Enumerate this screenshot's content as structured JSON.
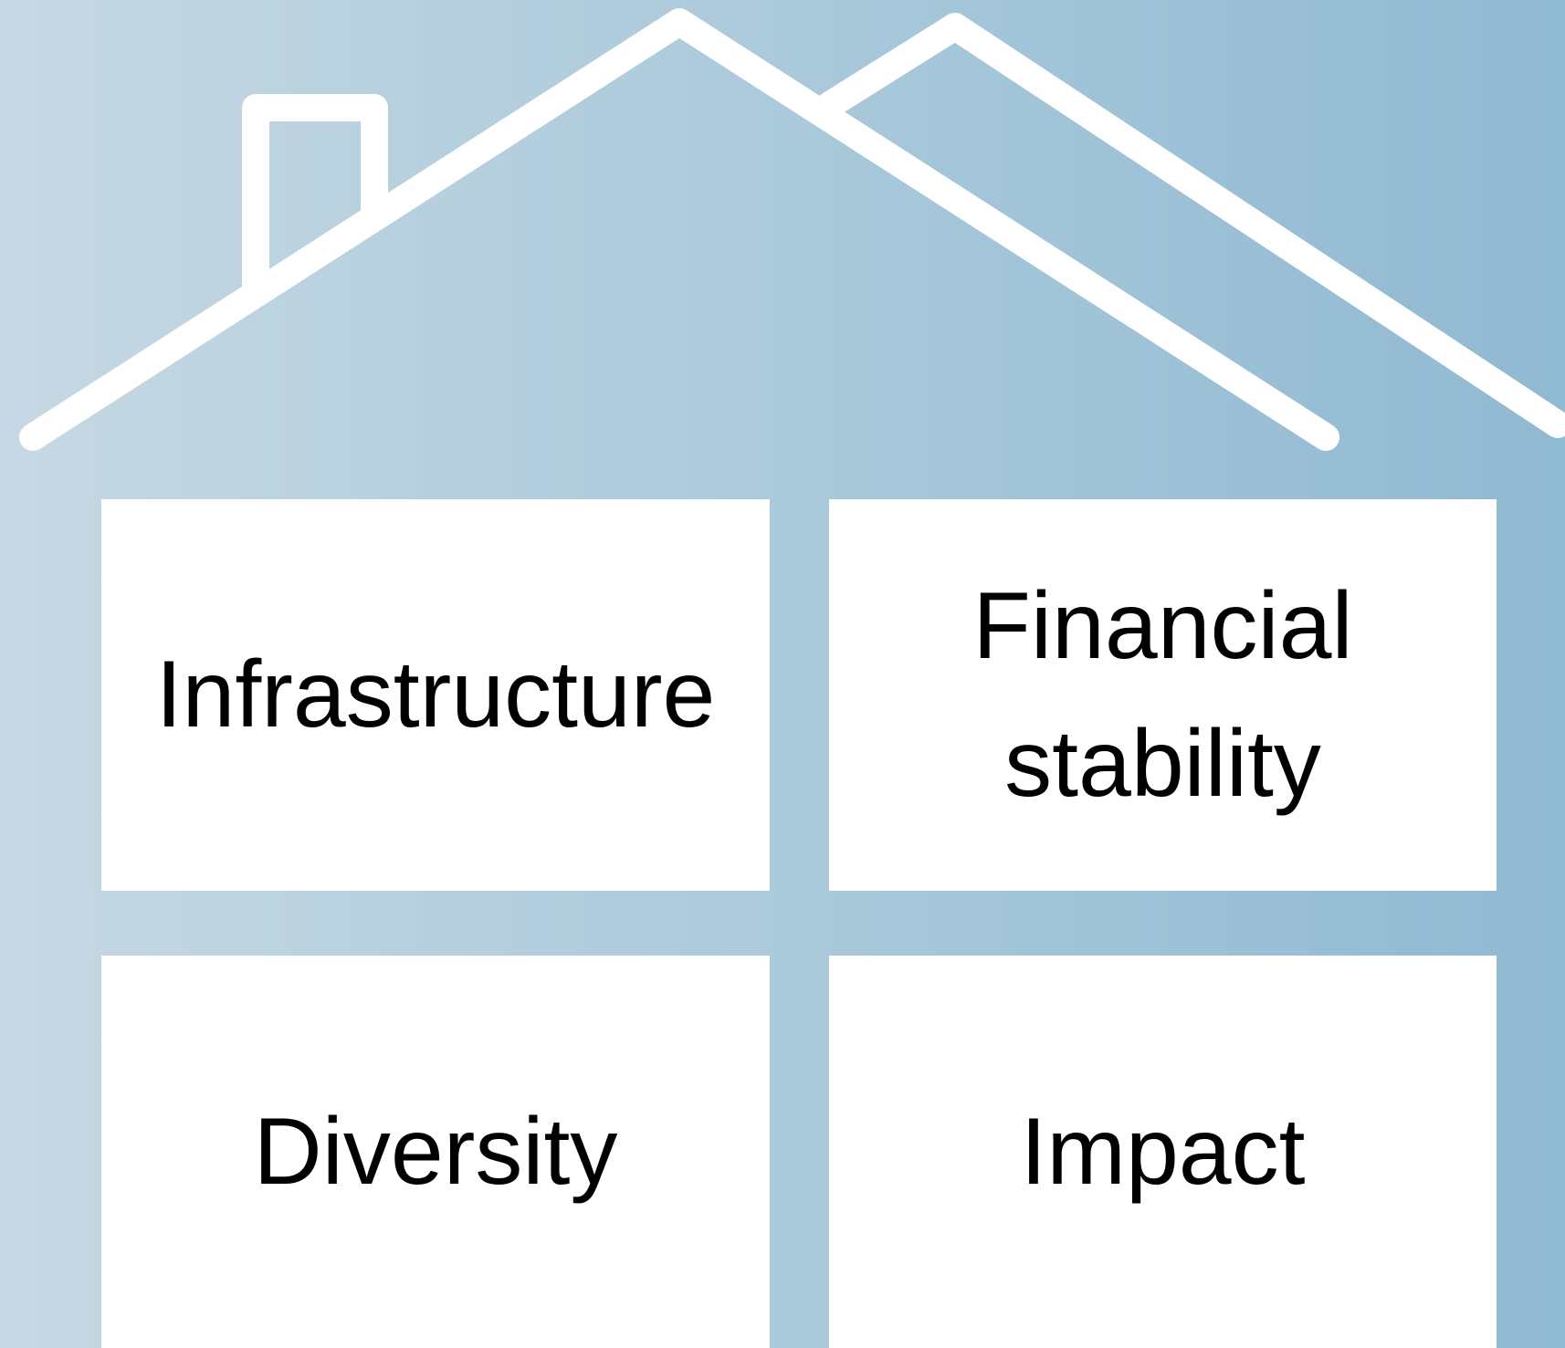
{
  "colors": {
    "background_left": "#c6d8e3",
    "background_right": "#90b9d2",
    "outline": "#ffffff",
    "box_fill": "#ffffff",
    "text": "#000000"
  },
  "icons": {
    "roof": "house-roof-outline",
    "chimney": "chimney-outline"
  },
  "boxes": {
    "infrastructure": "Infrastructure",
    "financial_stability": "Financial stability",
    "diversity": "Diversity",
    "impact": "Impact"
  }
}
